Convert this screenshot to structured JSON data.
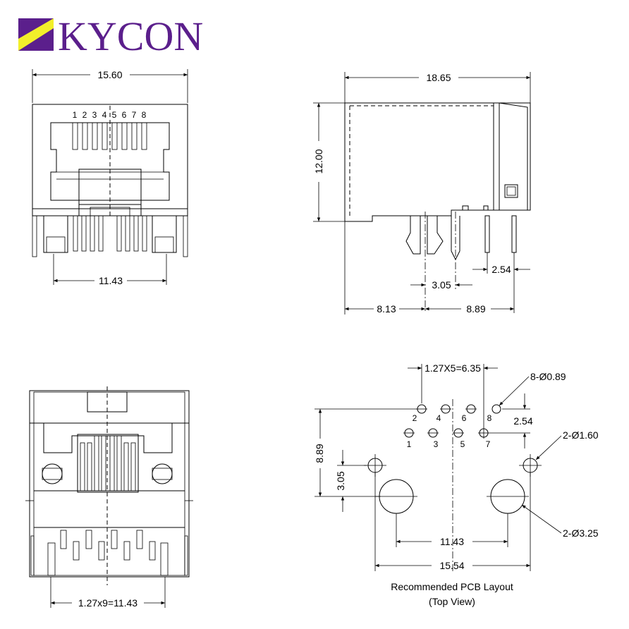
{
  "logo": {
    "text": "KYCON",
    "color": "#5b1f8c",
    "accent": "#f2ef2a"
  },
  "front_view": {
    "width_dim": "15.60",
    "pin_labels": [
      "1",
      "2",
      "3",
      "4",
      "5",
      "6",
      "7",
      "8"
    ],
    "tab_spacing_dim": "11.43"
  },
  "side_view": {
    "length_dim": "18.65",
    "height_dim": "12.00",
    "pin_offset_dim": "3.05",
    "row_spacing_dim": "2.54",
    "left_dim": "8.13",
    "right_dim": "8.89"
  },
  "bottom_view": {
    "pitch_dim": "1.27x9=11.43"
  },
  "pcb_layout": {
    "pitch_dim": "1.27X5=6.35",
    "small_hole_note": "8-Ø0.89",
    "row_spacing_dim": "2.54",
    "top_row_pins": [
      "2",
      "4",
      "6",
      "8"
    ],
    "bottom_row_pins": [
      "1",
      "3",
      "5",
      "7"
    ],
    "height_dim": "8.89",
    "offset_dim": "3.05",
    "mid_hole_note": "2-Ø1.60",
    "large_hole_note": "2-Ø3.25",
    "inner_span_dim": "11.43",
    "outer_span_dim": "15.54",
    "caption_line1": "Recommended PCB Layout",
    "caption_line2": "(Top View)"
  }
}
